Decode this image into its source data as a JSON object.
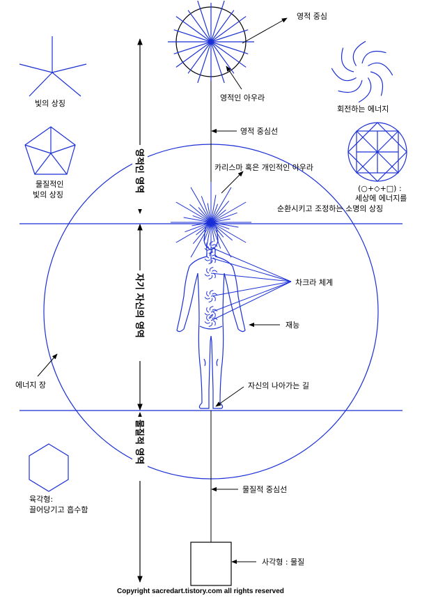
{
  "labels": {
    "spiritual_center": "영적 중심",
    "spiritual_aura": "영적인 아우라",
    "spiritual_center_line": "영적 중심선",
    "charisma_aura": "카리스마 혹은 개인적인 아우라",
    "chakra_system": "차크라 체계",
    "talent": "재능",
    "path": "자신의 나아가는 길",
    "energy_field": "에너지 장",
    "material_center_line": "물질적 중심선",
    "square_matter": "사각형 : 물질",
    "light_symbol": "빛의 상징",
    "material_light_1": "물질적인",
    "material_light_2": "빛의 상징",
    "rotating_energy": "회전하는 에너지",
    "formula": "(○+◇+□) :",
    "circulation_1": "세상에 에너지를",
    "circulation_2": "순환시키고 조정하는 소명의 상징",
    "hexagon_1": "육각형:",
    "hexagon_2": "끌어당기고 흡수함"
  },
  "realms": {
    "spiritual": "영적인 영역",
    "self": "자기 자신의 영역",
    "material": "물질적 영역"
  },
  "copyright": "Copyright sacredart.tistory.com all rights reserved",
  "colors": {
    "line_blue": "#1a2fd6",
    "ink": "#000000"
  }
}
